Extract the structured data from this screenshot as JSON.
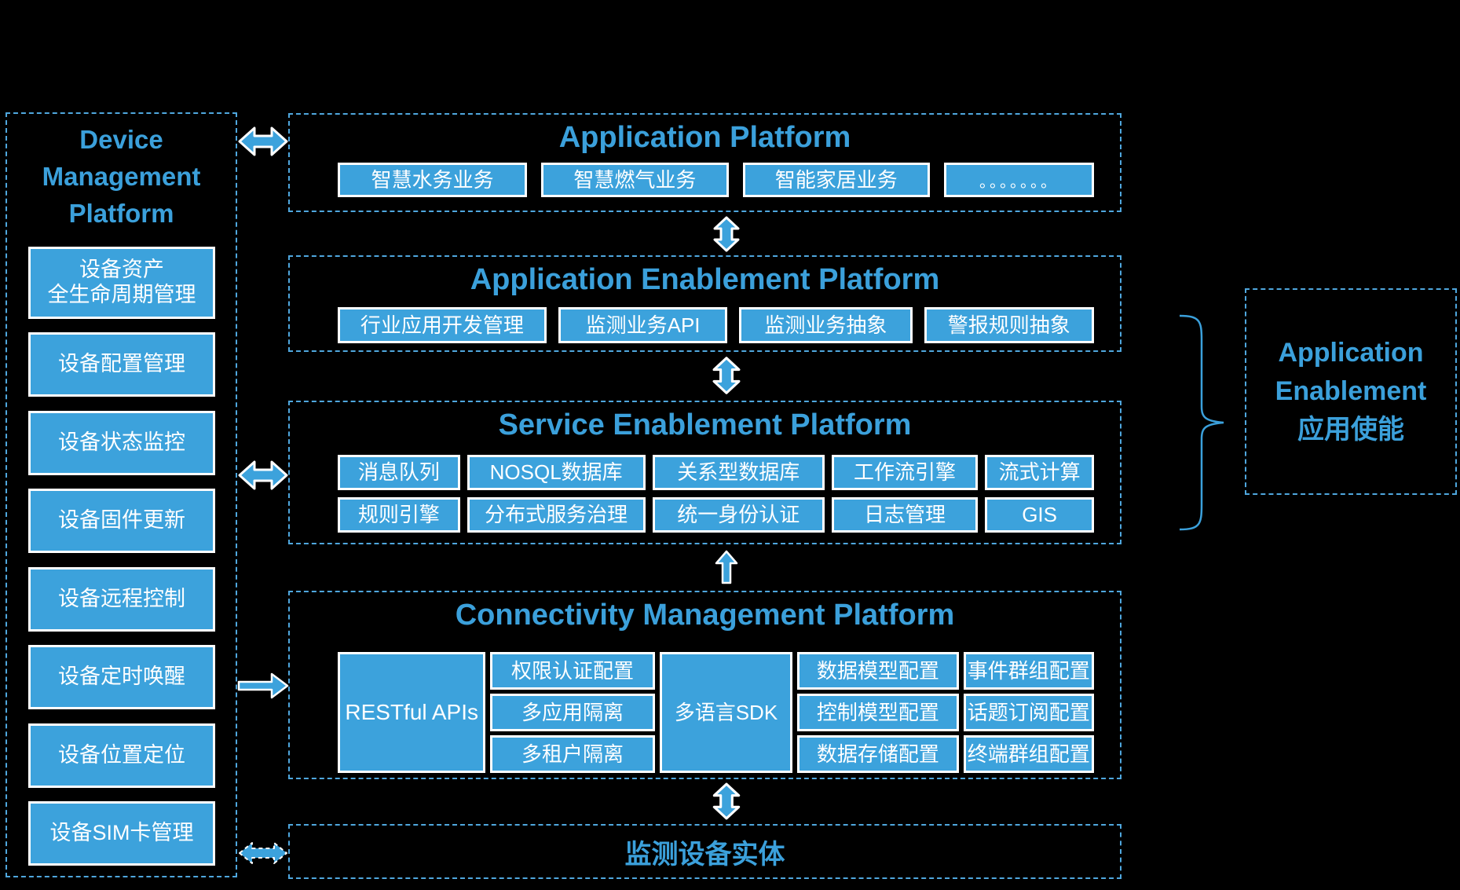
{
  "colors": {
    "accent": "#3CA2DC",
    "title_text": "#3BA0DB",
    "background": "#000000",
    "box_text": "#FFFFFF",
    "dashed_border": "#4FA7DE"
  },
  "device_platform": {
    "title": "Device Management Platform",
    "items": [
      "设备资产\n全生命周期管理",
      "设备配置管理",
      "设备状态监控",
      "设备固件更新",
      "设备远程控制",
      "设备定时唤醒",
      "设备位置定位",
      "设备SIM卡管理"
    ]
  },
  "application_platform": {
    "title": "Application Platform",
    "items": [
      "智慧水务业务",
      "智慧燃气业务",
      "智能家居业务",
      "。。。。。。。"
    ]
  },
  "application_enablement_platform": {
    "title": "Application Enablement Platform",
    "items": [
      "行业应用开发管理",
      "监测业务API",
      "监测业务抽象",
      "警报规则抽象"
    ]
  },
  "service_enablement_platform": {
    "title": "Service Enablement Platform",
    "rows": [
      [
        "消息队列",
        "NOSQL数据库",
        "关系型数据库",
        "工作流引擎",
        "流式计算"
      ],
      [
        "规则引擎",
        "分布式服务治理",
        "统一身份认证",
        "日志管理",
        "GIS"
      ]
    ]
  },
  "connectivity_platform": {
    "title": "Connectivity Management Platform",
    "restful_apis": "RESTful APIs",
    "auth_column": [
      "权限认证配置",
      "多应用隔离",
      "多租户隔离"
    ],
    "sdk": "多语言SDK",
    "model_column": [
      "数据模型配置",
      "控制模型配置",
      "数据存储配置"
    ],
    "group_column": [
      "事件群组配置",
      "话题订阅配置",
      "终端群组配置"
    ]
  },
  "device_entity": {
    "title": "监测设备实体"
  },
  "annotation": {
    "label": "Application\nEnablement\n应用使能"
  }
}
